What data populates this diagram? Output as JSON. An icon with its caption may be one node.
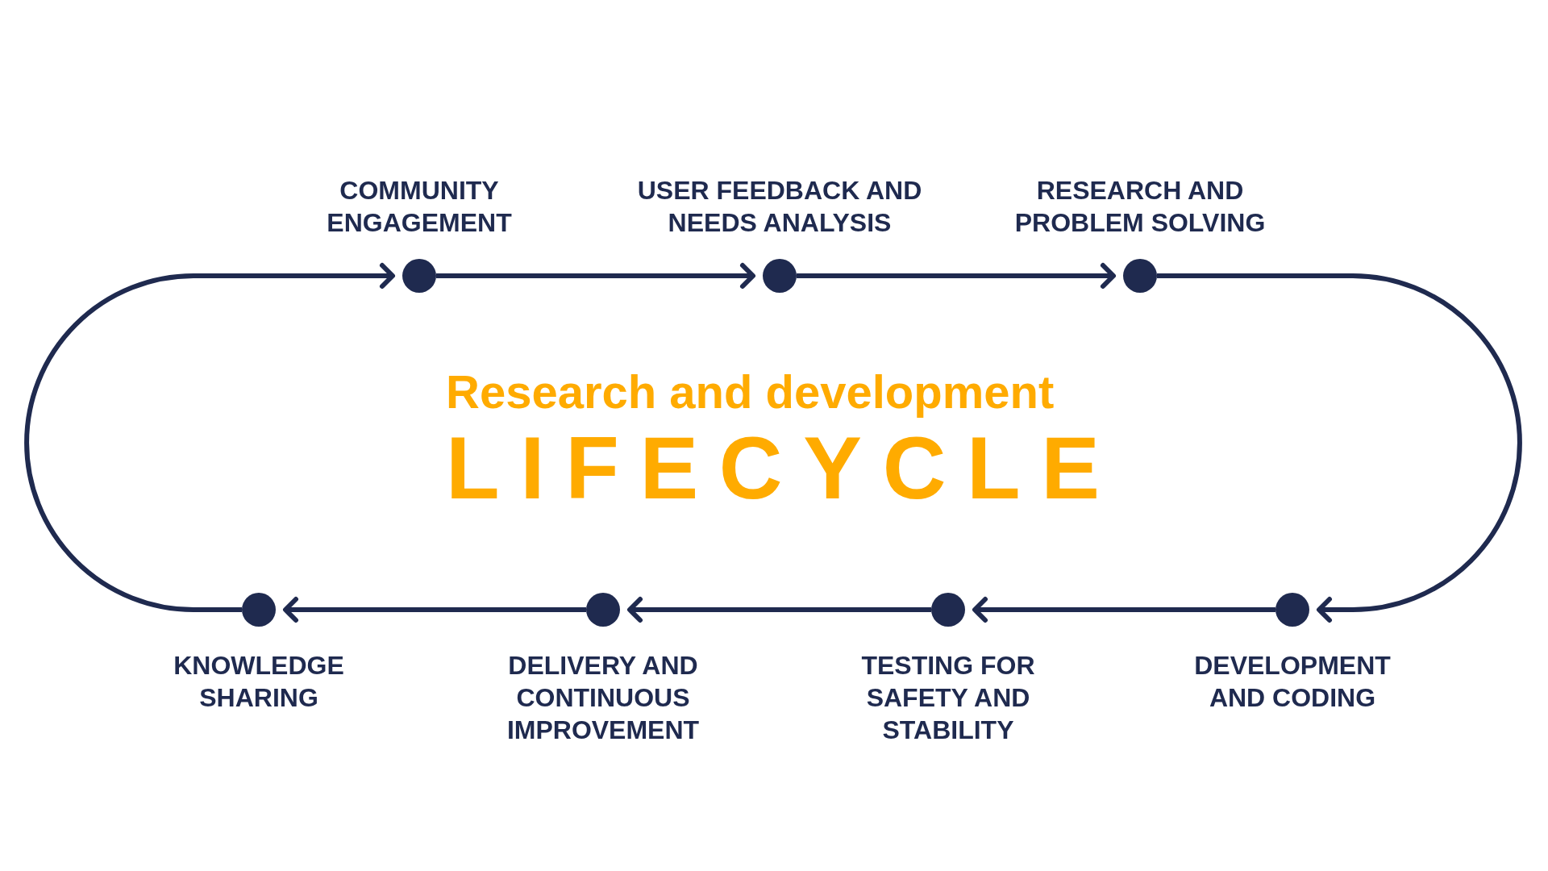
{
  "diagram": {
    "title": "Research and development",
    "nodes": [
      {
        "text": [],
        "shape": "circle",
        "beside": [
          "COMMUNITY ENGAGEMENT"
        ]
      },
      {
        "text": [],
        "shape": "circle",
        "beside": [
          "USER FEEDBACK AND NEEDS ANALYSIS"
        ]
      },
      {
        "text": [],
        "shape": "circle",
        "beside": [
          "RESEARCH AND PROBLEM SOLVING"
        ]
      },
      {
        "text": [],
        "shape": "circle",
        "beside": [
          "KNOWLEDGE SHARING"
        ]
      },
      {
        "text": [],
        "shape": "circle",
        "beside": [
          "DELIVERY AND CONTINUOUS IMPROVEMENT"
        ]
      },
      {
        "text": [],
        "shape": "circle",
        "beside": [
          "TESTING FOR SAFETY AND STABILITY"
        ]
      },
      {
        "text": [],
        "shape": "circle",
        "beside": [
          "DEVELOPMENT AND CODING"
        ]
      }
    ],
    "edges": [
      {
        "from": 0,
        "to": 1,
        "arrow": "to"
      },
      {
        "from": 1,
        "to": 2,
        "arrow": "to"
      },
      {
        "from": 2,
        "to": 6,
        "arrow": "to"
      },
      {
        "from": 6,
        "to": 5,
        "arrow": "to"
      },
      {
        "from": 5,
        "to": 4,
        "arrow": "to"
      },
      {
        "from": 4,
        "to": 3,
        "arrow": "to"
      },
      {
        "from": 3,
        "to": 0,
        "arrow": "to"
      }
    ],
    "labels": [
      "LIFECYCLE"
    ]
  }
}
